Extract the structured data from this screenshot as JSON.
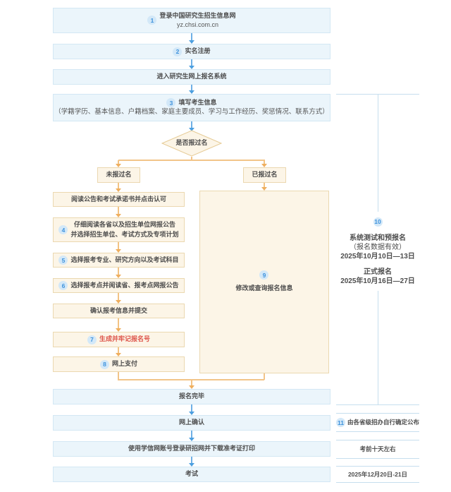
{
  "title": "研究生网上报名流程图",
  "colors": {
    "accent_blue": "#4C9FE0",
    "accent_orange": "#EFAF5F",
    "box_blue_bg": "#EBF5FB",
    "box_blue_border": "#D3E7F4",
    "box_orange_bg": "#FCF5E7",
    "box_orange_border": "#EBD8B0",
    "step_badge_bg": "#D3E8F8",
    "step_badge_text": "#3E92DC",
    "warning_red": "#DD5349",
    "text": "#4D4D4D",
    "bracket_line": "#C6DEEE"
  },
  "flow": {
    "step1": {
      "num": "1",
      "title": "登录中国研究生招生信息网",
      "url": "yz.chsi.com.cn"
    },
    "step2": {
      "num": "2",
      "label": "实名注册"
    },
    "enter": {
      "label": "进入研究生网上报名系统"
    },
    "step3": {
      "num": "3",
      "title": "填写考生信息",
      "subtitle": "（学籍学历、基本信息、户籍档案、家庭主要成员、学习与工作经历、奖惩情况、联系方式）"
    },
    "decision": {
      "label": "是否报过名"
    },
    "branch_no": {
      "label": "未报过名"
    },
    "branch_yes": {
      "label": "已报过名"
    },
    "read_notice": {
      "label": "阅读公告和考试承诺书并点击认可"
    },
    "step4": {
      "num": "4",
      "line1": "仔细阅读各省以及招生单位网报公告",
      "line2": "并选择招生单位、考试方式及专项计划"
    },
    "step5": {
      "num": "5",
      "label": "选择报考专业、研究方向以及考试科目"
    },
    "step6": {
      "num": "6",
      "label": "选择报考点并阅读省、报考点网报公告"
    },
    "confirm_submit": {
      "label": "确认报考信息并提交"
    },
    "step7": {
      "num": "7",
      "label": "生成并牢记报名号"
    },
    "step8": {
      "num": "8",
      "label": "网上支付"
    },
    "step9": {
      "num": "9",
      "label": "修改或查询报名信息"
    },
    "done": {
      "label": "报名完毕"
    },
    "online_confirm": {
      "label": "网上确认"
    },
    "print": {
      "label": "使用学信网账号登录研招网并下载准考证打印"
    },
    "exam": {
      "label": "考试"
    }
  },
  "annotations": {
    "period": {
      "num": "10",
      "title1": "系统测试和预报名",
      "note": "（报名数据有效）",
      "date1": "2025年10月10日—13日",
      "title2": "正式报名",
      "date2": "2025年10月16日—27日"
    },
    "confirm_note": {
      "num": "11",
      "label": "由各省级招办自行确定公布"
    },
    "print_note": {
      "label": "考前十天左右"
    },
    "exam_note": {
      "label": "2025年12月20日-21日"
    }
  }
}
